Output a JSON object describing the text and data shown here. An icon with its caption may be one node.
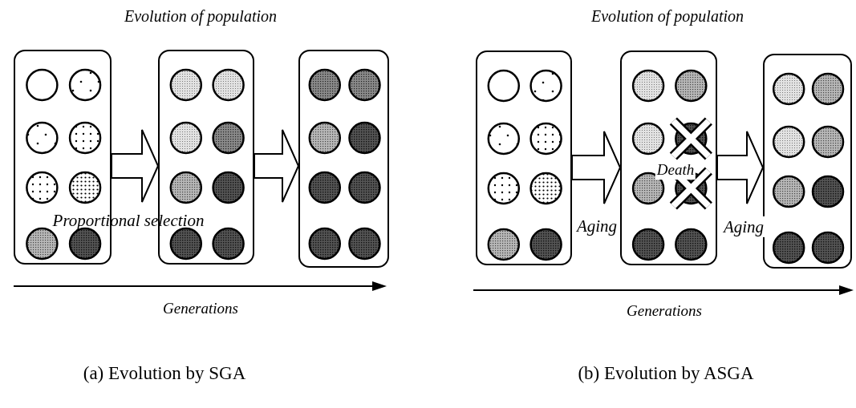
{
  "diagram": {
    "nodes": [
      {
        "text": [],
        "shape": "box"
      },
      {
        "text": [],
        "shape": "box"
      },
      {
        "text": [],
        "shape": "box"
      },
      {
        "text": [],
        "shape": "box"
      },
      {
        "text": [],
        "shape": "box"
      },
      {
        "text": [],
        "shape": "box"
      }
    ],
    "edges": [
      {
        "from": 0,
        "to": 1,
        "arrow": "to"
      },
      {
        "from": 1,
        "to": 2,
        "arrow": "to"
      },
      {
        "from": 3,
        "to": 4,
        "arrow": "to",
        "label": "Aging"
      },
      {
        "from": 4,
        "to": 5,
        "arrow": "to",
        "label": "Aging"
      }
    ],
    "labels": [
      "Evolution of population",
      "Proportional selection",
      "Generations",
      "(a) Evolution by SGA",
      "Evolution of population",
      "Death",
      "Generations",
      "(b) Evolution by ASGA"
    ]
  }
}
